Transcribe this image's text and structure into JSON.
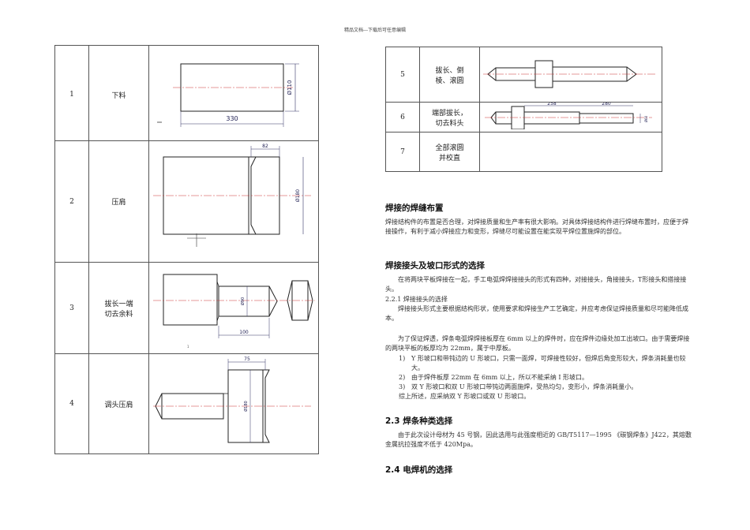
{
  "watermark": "精品文档---下载后可任意编辑",
  "left_table": [
    {
      "num": "1",
      "name": "下料",
      "dims": [
        "330",
        "Ø110"
      ]
    },
    {
      "num": "2",
      "name": "压肩",
      "dims": [
        "82",
        "Ø180"
      ]
    },
    {
      "num": "3",
      "name": "拔长一端\n切去余料",
      "dims": [
        "100",
        "Ø90"
      ],
      "note": "1"
    },
    {
      "num": "4",
      "name": "调头压肩",
      "dims": [
        "75",
        "Ø180"
      ]
    }
  ],
  "right_table": [
    {
      "num": "5",
      "name": "拔长、倒\n棱、滚圆"
    },
    {
      "num": "6",
      "name": "端部拔长，\n切去料头",
      "dims": [
        "258",
        "280",
        "Ø60"
      ]
    },
    {
      "num": "7",
      "name": "全部滚圆\n并校直"
    }
  ],
  "sections": {
    "weld_layout": {
      "title": "焊接的焊缝布置",
      "body": "焊接结构件的布置是否合理，对焊接质量和生产率有很大影响。对具体焊接结构件进行焊缝布置时，应便于焊接操作，有利于减小焊接应力和变形，焊缝尽可能设置在能实现平焊位置施焊的部位。"
    },
    "joint": {
      "title": "焊接接头及坡口形式的选择",
      "body1": "在将两块平板焊接在一起，手工电弧焊焊接接头的形式有四种，对接接头，角接接头，T形接头和搭接接头。",
      "sub": "2.2.1  焊接接头的选择",
      "body2": "焊接接头形式主要根据结构形状，使用要求和焊接生产工艺确定，并应考虑保证焊接质量和尽可能降低成本。",
      "body3": "为了保证焊透，焊条电弧焊焊接板厚在 6mm 以上的焊件时，应在焊件边缘处加工出坡口。由于需要焊接的两块平板的板厚均为 22mm，属于中厚板。",
      "items": [
        {
          "no": "1)",
          "text": "Y 形坡口和带钝边的 U 形坡口，只需一面焊，可焊接性较好，但焊后角变形较大，焊条消耗量也较大。"
        },
        {
          "no": "2)",
          "text": "由于焊件板厚 22mm 在 6mm 以上，所以不能采纳 I 形坡口。"
        },
        {
          "no": "3)",
          "text": "双 Y 形坡口和双 U 形坡口带钝边两面施焊，受热均匀，变形小，焊条消耗量小。"
        }
      ],
      "conclusion": "综上所述，应采纳双 Y 形坡口或双 U 形坡口。"
    },
    "electrode": {
      "title": "2.3 焊条种类选择",
      "body": "由于此次设计母材为 45 号钢，因此选用与此强度相近的 GB/T5117—1995 《碳钢焊条》J422，其熔敷金属抗拉强度不低于 420Mpa。"
    },
    "machine": {
      "title": "2.4 电焊机的选择"
    }
  }
}
